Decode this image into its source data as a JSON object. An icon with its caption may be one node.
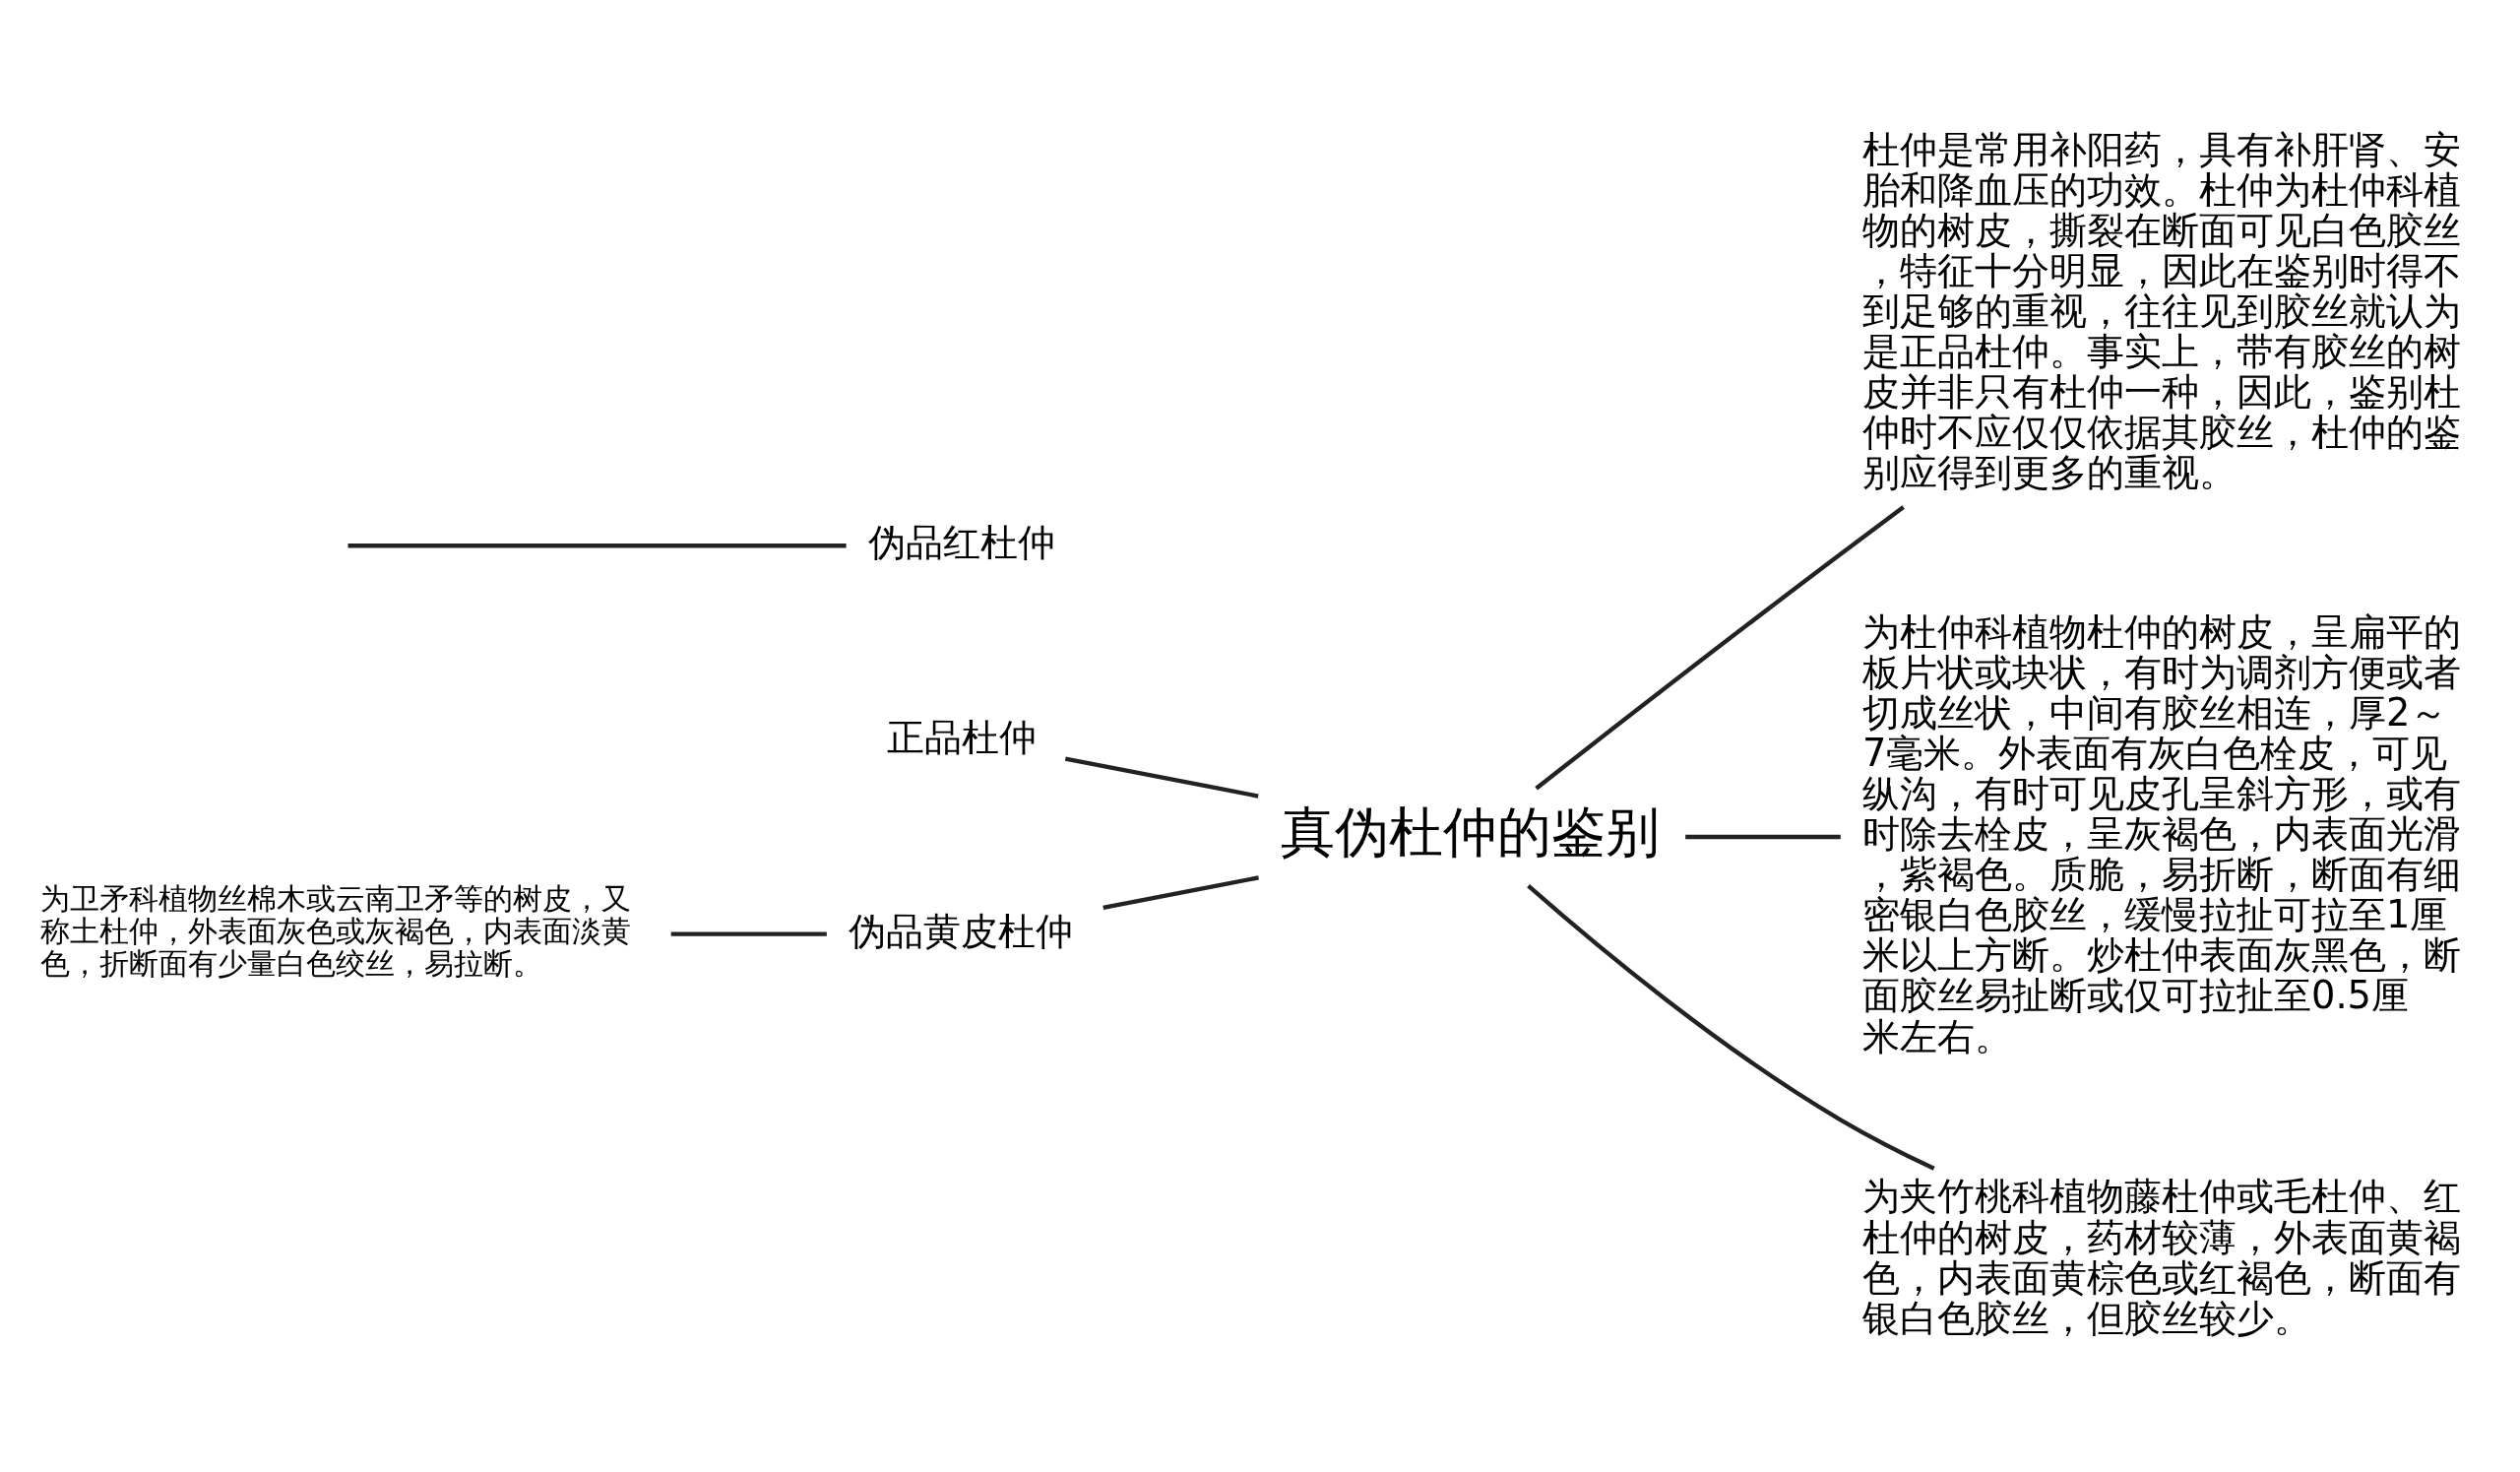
{
  "diagram": {
    "nodes": [
      {
        "text": [
          "真伪杜仲的鉴别"
        ]
      },
      {
        "text": [
          "杜仲是常用补阳药，具有补肝肾、安胎和降血压的功效。杜仲为杜仲科植物的树皮，撕裂在断面可见白色胶丝，特征十分明显，因此在鉴别时得不到足够的重视，往往见到胶丝就认为是正品杜仲。事实上，带有胶丝的树皮并非只有杜仲一种，因此，鉴别杜仲时不应仅仅依据其胶丝，杜仲的鉴别应得到更多的重视。"
        ]
      },
      {
        "text": [
          "正品杜仲"
        ]
      },
      {
        "text": [
          "伪品红杜仲"
        ]
      },
      {
        "text": [
          "伪品黄皮杜仲"
        ]
      },
      {
        "text": [
          "为卫矛科植物丝棉木或云南卫矛等的树皮，又称土杜仲，外表面灰色或灰褐色，内表面淡黄色，折断面有少量白色绞丝，易拉断。"
        ]
      },
      {
        "text": [
          "为杜仲科植物杜仲的树皮，呈扁平的板片状或块状，有时为调剂方便或者切成丝状，中间有胶丝相连，厚2～7毫米。外表面有灰白色栓皮，可见纵沟，有时可见皮孔呈斜方形，或有时除去栓皮，呈灰褐色，内表面光滑，紫褐色。质脆，易折断，断面有细密银白色胶丝，缓慢拉扯可拉至1厘米以上方断。炒杜仲表面灰黑色，断面胶丝易扯断或仅可拉扯至0.5厘米左右。"
        ]
      },
      {
        "text": [
          "为夹竹桃科植物藤杜仲或毛杜仲、红杜仲的树皮，药材较薄，外表面黄褐色，内表面黄棕色或红褐色，断面有银白色胶丝，但胶丝较少。"
        ]
      }
    ],
    "edges": [
      {
        "from": 0,
        "to": 1,
        "arrow": "none"
      },
      {
        "from": 0,
        "to": 2,
        "arrow": "none"
      },
      {
        "from": 3,
        "to": null,
        "arrow": "none"
      },
      {
        "from": 0,
        "to": 4,
        "arrow": "none"
      },
      {
        "from": 4,
        "to": 5,
        "arrow": "none"
      },
      {
        "from": 0,
        "to": 6,
        "arrow": "none"
      },
      {
        "from": 0,
        "to": 7,
        "arrow": "none"
      }
    ]
  }
}
